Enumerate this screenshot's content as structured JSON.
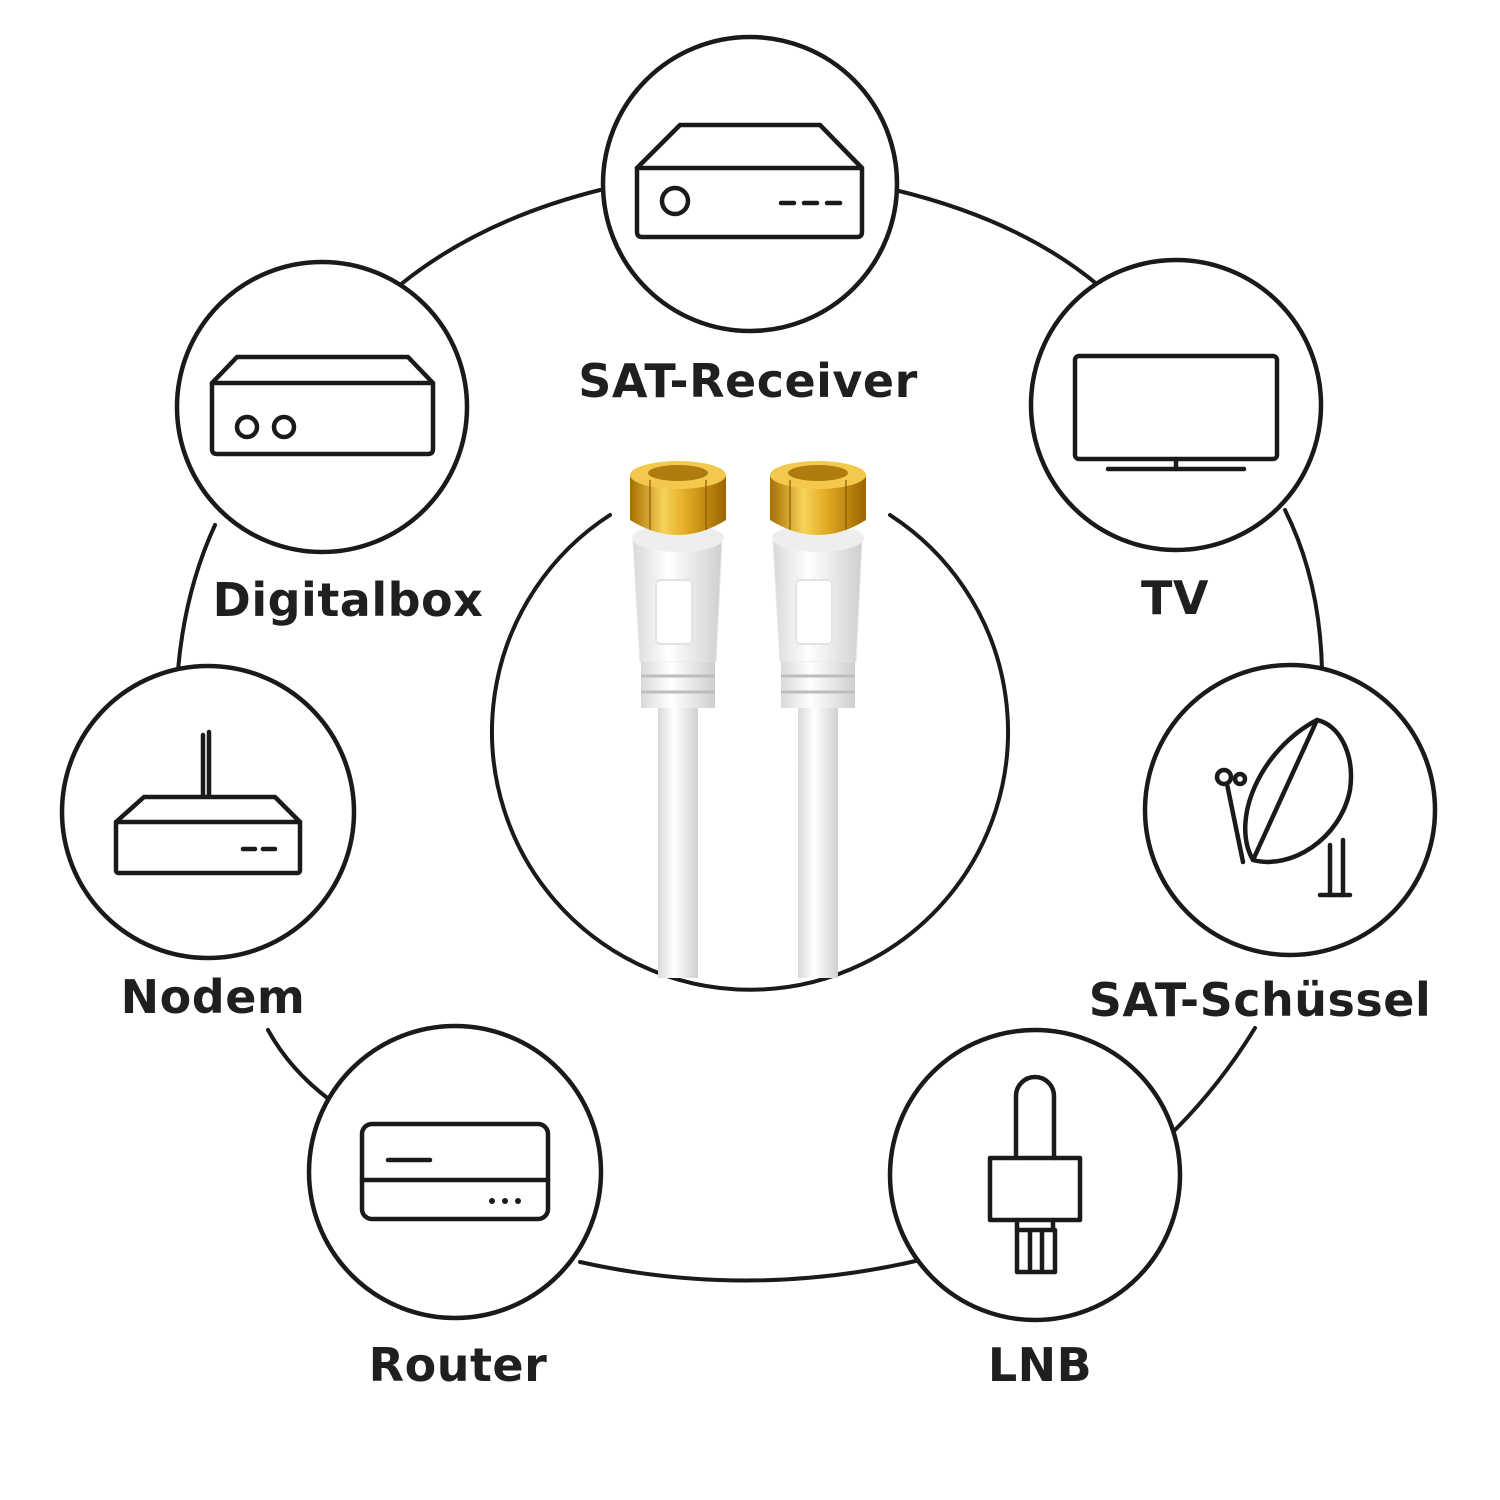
{
  "diagram": {
    "center": {
      "icon": "coax-cable-f-connector-icon",
      "colors": {
        "connector": "#d4a017",
        "cable": "#ffffff"
      }
    },
    "nodes": [
      {
        "id": "sat-receiver",
        "label": "SAT-Receiver",
        "icon": "sat-receiver-icon"
      },
      {
        "id": "tv",
        "label": "TV",
        "icon": "tv-icon"
      },
      {
        "id": "sat-schuessel",
        "label": "SAT-Schüssel",
        "icon": "satellite-dish-icon"
      },
      {
        "id": "lnb",
        "label": "LNB",
        "icon": "lnb-icon"
      },
      {
        "id": "router",
        "label": "Router",
        "icon": "router-icon"
      },
      {
        "id": "modem",
        "label": "Nodem",
        "icon": "modem-icon"
      },
      {
        "id": "digitalbox",
        "label": "Digitalbox",
        "icon": "digitalbox-icon"
      }
    ]
  }
}
